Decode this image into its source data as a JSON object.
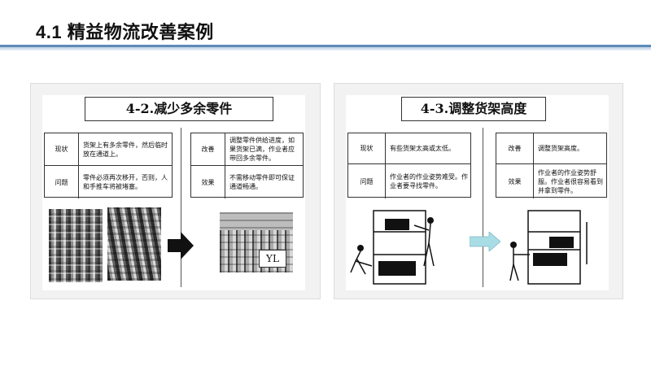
{
  "header": {
    "title": "4.1 精益物流改善案例"
  },
  "cases": [
    {
      "title": "4-2.减少多余零件",
      "current_table": [
        {
          "label": "现状",
          "text": "货架上有多余零件，然后临时放在通道上。"
        },
        {
          "label": "问题",
          "text": "零件必须再次移开，否则，人和手推车将被堵塞。"
        }
      ],
      "improved_table": [
        {
          "label": "改善",
          "text": "调整零件供给进度，如果货架已满，作业者应带回多余零件。"
        },
        {
          "label": "效果",
          "text": "不需移动零件即可保证通道畅通。"
        }
      ],
      "photo_badge": "YL"
    },
    {
      "title": "4-3.调整货架高度",
      "current_table": [
        {
          "label": "现状",
          "text": "有些货架太高或太低。"
        },
        {
          "label": "问题",
          "text": "作业者的作业姿势难受。作业者要寻找零件。"
        }
      ],
      "improved_table": [
        {
          "label": "改善",
          "text": "调整货架高度。"
        },
        {
          "label": "效果",
          "text": "作业者的作业姿势舒服。作业者很容易看到并拿到零件。"
        }
      ]
    }
  ],
  "colors": {
    "accent_line": "#5d8bb8",
    "arrow_cyan": "#a9dde6",
    "panel_bg": "#f2f2f2"
  },
  "icons": {
    "transition_arrow_left": "arrow-right-icon",
    "transition_arrow_right": "arrow-right-icon"
  }
}
